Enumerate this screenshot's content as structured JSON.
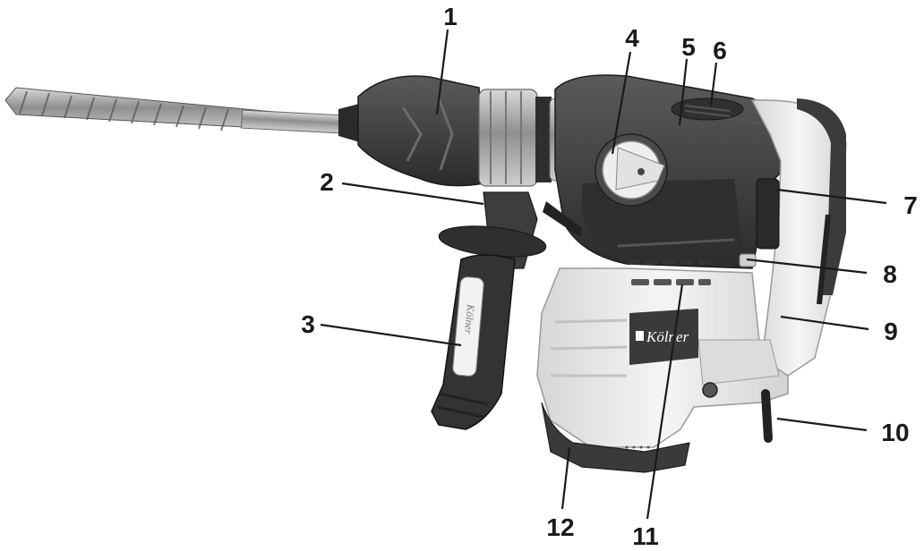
{
  "brand": {
    "logo_text": "Kölner",
    "handle_logo_text": "Kölner"
  },
  "colors": {
    "dark_body": "#3c3c3c",
    "darker": "#262626",
    "light_housing": "#e9e9ea",
    "metal": "#a9a9a9",
    "label_ink": "#1a1a1a"
  },
  "callouts": [
    {
      "id": "1",
      "label": "1"
    },
    {
      "id": "2",
      "label": "2"
    },
    {
      "id": "3",
      "label": "3"
    },
    {
      "id": "4",
      "label": "4"
    },
    {
      "id": "5",
      "label": "5"
    },
    {
      "id": "6",
      "label": "6"
    },
    {
      "id": "7",
      "label": "7"
    },
    {
      "id": "8",
      "label": "8"
    },
    {
      "id": "9",
      "label": "9"
    },
    {
      "id": "10",
      "label": "10"
    },
    {
      "id": "11",
      "label": "11"
    },
    {
      "id": "12",
      "label": "12"
    }
  ]
}
